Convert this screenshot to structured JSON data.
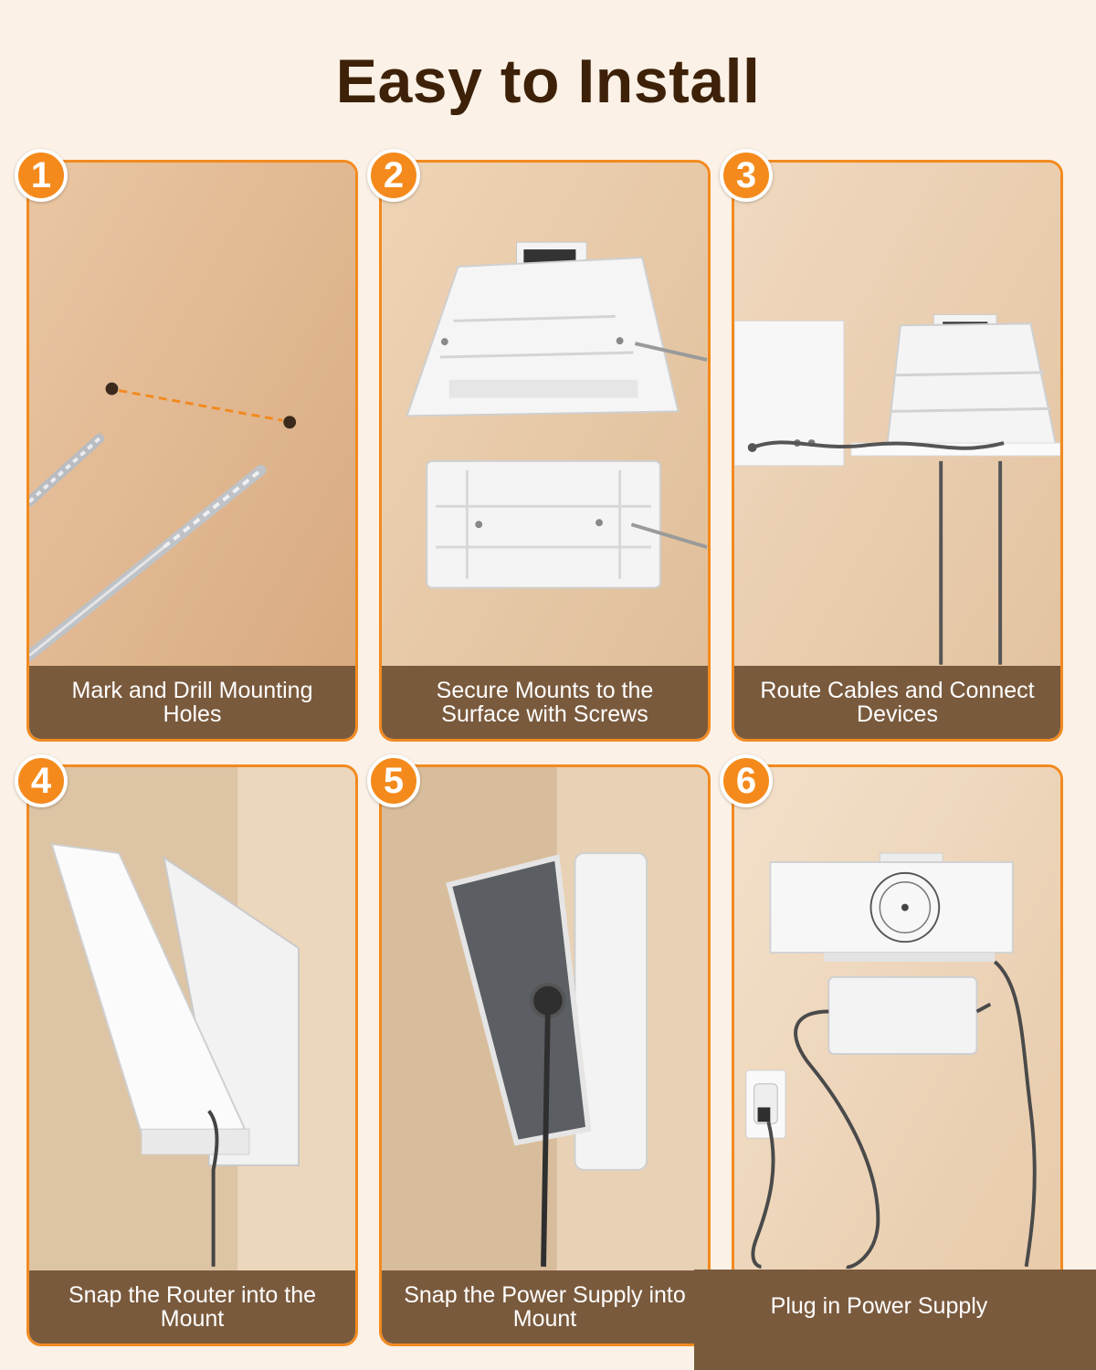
{
  "title": "Easy to Install",
  "steps": [
    {
      "number": "1",
      "caption": "Mark and Drill Mounting Holes"
    },
    {
      "number": "2",
      "caption": "Secure Mounts to the Surface with Screws"
    },
    {
      "number": "3",
      "caption": "Route Cables and Connect Devices"
    },
    {
      "number": "4",
      "caption": "Snap the Router into the Mount"
    },
    {
      "number": "5",
      "caption": "Snap the Power Supply into Mount"
    },
    {
      "number": "6",
      "caption": "Plug in Power Supply"
    }
  ],
  "colors": {
    "accent": "#f28a1f",
    "caption_bg": "#7a5a3d",
    "title": "#3d2108",
    "page_bg": "#fbf1e6"
  },
  "icons": [
    "drill-bit-icon",
    "wall-mount-icon",
    "router-icon",
    "power-supply-icon",
    "power-outlet-icon",
    "cable-icon"
  ]
}
